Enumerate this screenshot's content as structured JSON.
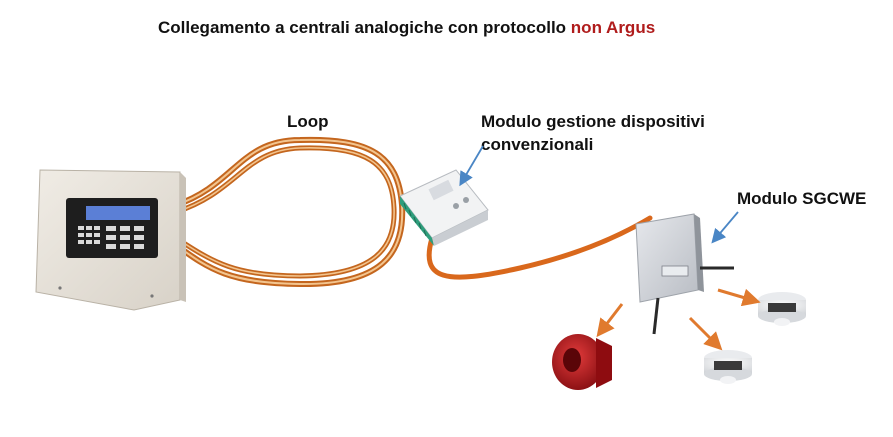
{
  "title": {
    "prefix": "Collegamento a centrali analogiche con protocollo ",
    "highlight": "non Argus"
  },
  "labels": {
    "loop": "Loop",
    "module_line1": "Modulo gestione dispositivi",
    "module_line2": "convenzionali",
    "sgcwe": "Modulo SGCWE"
  },
  "colors": {
    "accent_text": "#b01c1c",
    "cable": "#c4661e",
    "pointer_arrow": "#4a86c5",
    "wireless_arrow": "#e07a2e",
    "siren": "#b31217"
  }
}
